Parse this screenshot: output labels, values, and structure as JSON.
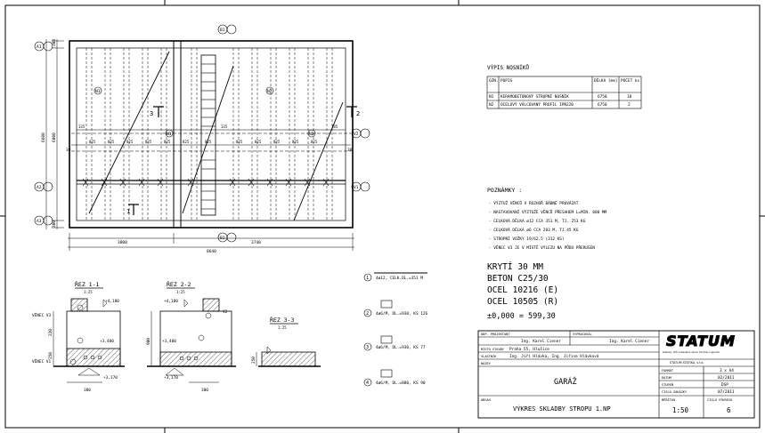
{
  "plan": {
    "dims": {
      "left_top": "300",
      "left_mid": "6000",
      "left_all": "6600",
      "left_bot": "300",
      "bottom_a": "3800",
      "bottom_b": "3740",
      "bottom_total": "8640",
      "left_small": "30",
      "right_small": "30"
    },
    "spacing_labels": [
      "135",
      "825",
      "825",
      "825",
      "825",
      "825",
      "825",
      "825",
      "135",
      "825",
      "825",
      "825",
      "825",
      "825",
      "185"
    ],
    "axis_labels": {
      "a1": "A1",
      "a2": "A2",
      "a3": "A3",
      "v1": "V1",
      "v2": "V2",
      "b1": "B1",
      "b2": "B2"
    },
    "beam_marks": [
      "N1",
      "N2",
      "N1",
      "N2"
    ],
    "section_marks": {
      "s1": "1",
      "s3": "3",
      "s2": "2"
    }
  },
  "beam_table": {
    "title": "VÝPIS NOSNÍKŮ",
    "headers": [
      "OZN.",
      "POPIS",
      "DÉLKA [mm]",
      "POČET ks"
    ],
    "rows": [
      [
        "N1",
        "KERAMOBETONOVÝ STROPNÍ NOSNÍK",
        "6750",
        "18"
      ],
      [
        "N2",
        "OCELOVÝ VÁLCOVANÝ PROFIL IPN220",
        "6750",
        "2"
      ]
    ]
  },
  "notes": {
    "title": "POZNÁMKY :",
    "items": [
      "- VÝZTUŽ VĚNCŮ V ROZHOŘ BÁBNÉ PROVÁZAT",
      "- NASTAVOVANÍ VÝZTUŽE VĚNCŮ PŘESAHEM L=MIN. 800 MM",
      "- CELKOVÁ DÉLKA ø12 CCA 351 M, TJ. 253 KG",
      "- CELKOVÁ DÉLKA ø6 CCA 203 M, TJ.45 KG",
      "- STROPNÍ VOŽKY 19/62,5 (312 KS)",
      "- VĚNEC V3 JE V MÍSTĚ VÝLEZU NA PŮDU PŘERUŠEN"
    ]
  },
  "spec": {
    "cover": "KRYTÍ 30 MM",
    "concrete": "BETON C25/30",
    "steel1": "OCEL 10216 (E)",
    "steel2": "OCEL 10505 (R)",
    "level": "±0,000 = 599,30"
  },
  "sections": {
    "s11": {
      "title": "ŘEZ 1-1",
      "scale": "1:25",
      "lvl1": "+4,180",
      "lvl2": "+3,400",
      "lvl3": "+3,170",
      "dim1": "380",
      "dim2": "250",
      "dim3": "220"
    },
    "s22": {
      "title": "ŘEZ 2-2",
      "scale": "1:25",
      "lvl1": "+4,180",
      "lvl2": "+3,400",
      "lvl3": "+3,170",
      "dim1": "300",
      "dim2": "900"
    },
    "s33": {
      "title": "ŘEZ 3-3",
      "scale": "1:25",
      "dim1": "250"
    },
    "labels": {
      "vv3": "VĚNEC V3",
      "vv1": "VĚNEC V1",
      "v2": "V2"
    }
  },
  "legend": [
    {
      "num": "1",
      "text": "4ø12, CELK.DL.=351 M"
    },
    {
      "num": "2",
      "text": "4ø6/M, DL.=930, KS 126"
    },
    {
      "num": "3",
      "text": "4ø6/M, DL.=930, KS 77"
    },
    {
      "num": "4",
      "text": "4ø6/M, DL.=880, KS 90"
    }
  ],
  "title_block": {
    "odp_projektant_label": "ODP. PROJEKTANT",
    "vypracoval_label": "VYPRACOVAL",
    "designer1": "Ing. Karel Ciener",
    "designer2": "Ing. Karel Ciener",
    "misto_label": "MÍSTO STAVBY",
    "misto": "Praha 55, Hlušice",
    "vlastnik_label": "VLASTNÍK",
    "vlastnik": "Ing. Jiří Hlávka, Ing. Jiřina Hlávková",
    "nazev_label": "NÁZEV",
    "nazev": "GARÁŽ",
    "obsah_label": "OBSAH",
    "obsah": "VÝKRES SKLADBY STROPU 1.NP",
    "meritko_label": "MĚŘÍTKO",
    "meritko": "1:50",
    "cislo_label": "ČÍSLO VÝKRESU",
    "cislo": "6",
    "company": "STATUM",
    "company_sub": "statický, dílčí a stavební návrh, kontrolní výpočet",
    "company_line": "STATUM STATIKA, s.r.o.",
    "formats": [
      {
        "label": "FORMÁT",
        "value": "3 x A4"
      },
      {
        "label": "DATUM",
        "value": "02/2011"
      },
      {
        "label": "STUPEŇ",
        "value": "DSP"
      },
      {
        "label": "ČÍSLO ZAKÁZKY",
        "value": "07/2011"
      }
    ]
  }
}
